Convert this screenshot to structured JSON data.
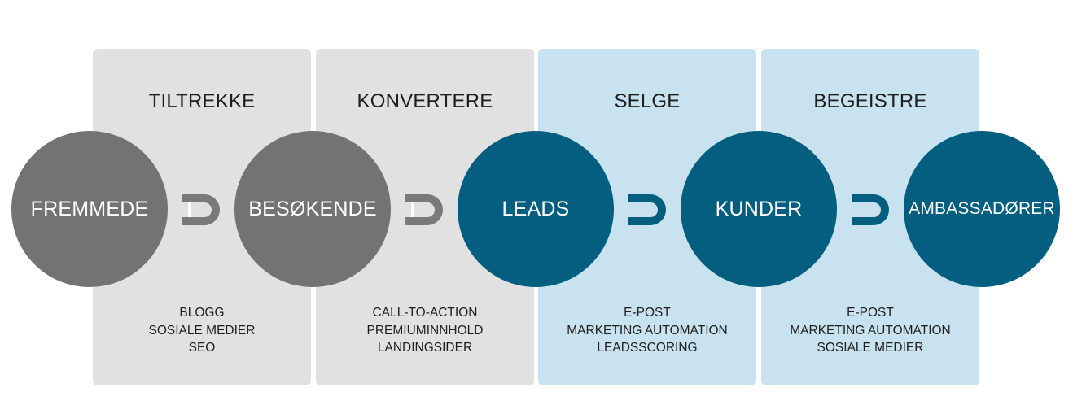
{
  "stages": [
    {
      "title": "TILTREKKE",
      "tactics": [
        "BLOGG",
        "SOSIALE MEDIER",
        "SEO"
      ]
    },
    {
      "title": "KONVERTERE",
      "tactics": [
        "CALL-TO-ACTION",
        "PREMIUMINNHOLD",
        "LANDINGSIDER"
      ]
    },
    {
      "title": "SELGE",
      "tactics": [
        "E-POST",
        "MARKETING AUTOMATION",
        "LEADSSCORING"
      ]
    },
    {
      "title": "BEGEISTRE",
      "tactics": [
        "E-POST",
        "MARKETING AUTOMATION",
        "SOSIALE MEDIER"
      ]
    }
  ],
  "audiences": [
    {
      "label": "FREMMEDE"
    },
    {
      "label": "BESØKENDE"
    },
    {
      "label": "LEADS"
    },
    {
      "label": "KUNDER"
    },
    {
      "label": "AMBASSADØRER"
    }
  ],
  "colors": {
    "panel_gray": "#e1e1e1",
    "panel_blue": "#c8e3ef",
    "circle_gray": "#737373",
    "circle_blue": "#035e80",
    "magnet_gray": "#7a7a7a",
    "magnet_blue": "#035e80"
  },
  "icons": {
    "connector": "magnet-icon"
  }
}
